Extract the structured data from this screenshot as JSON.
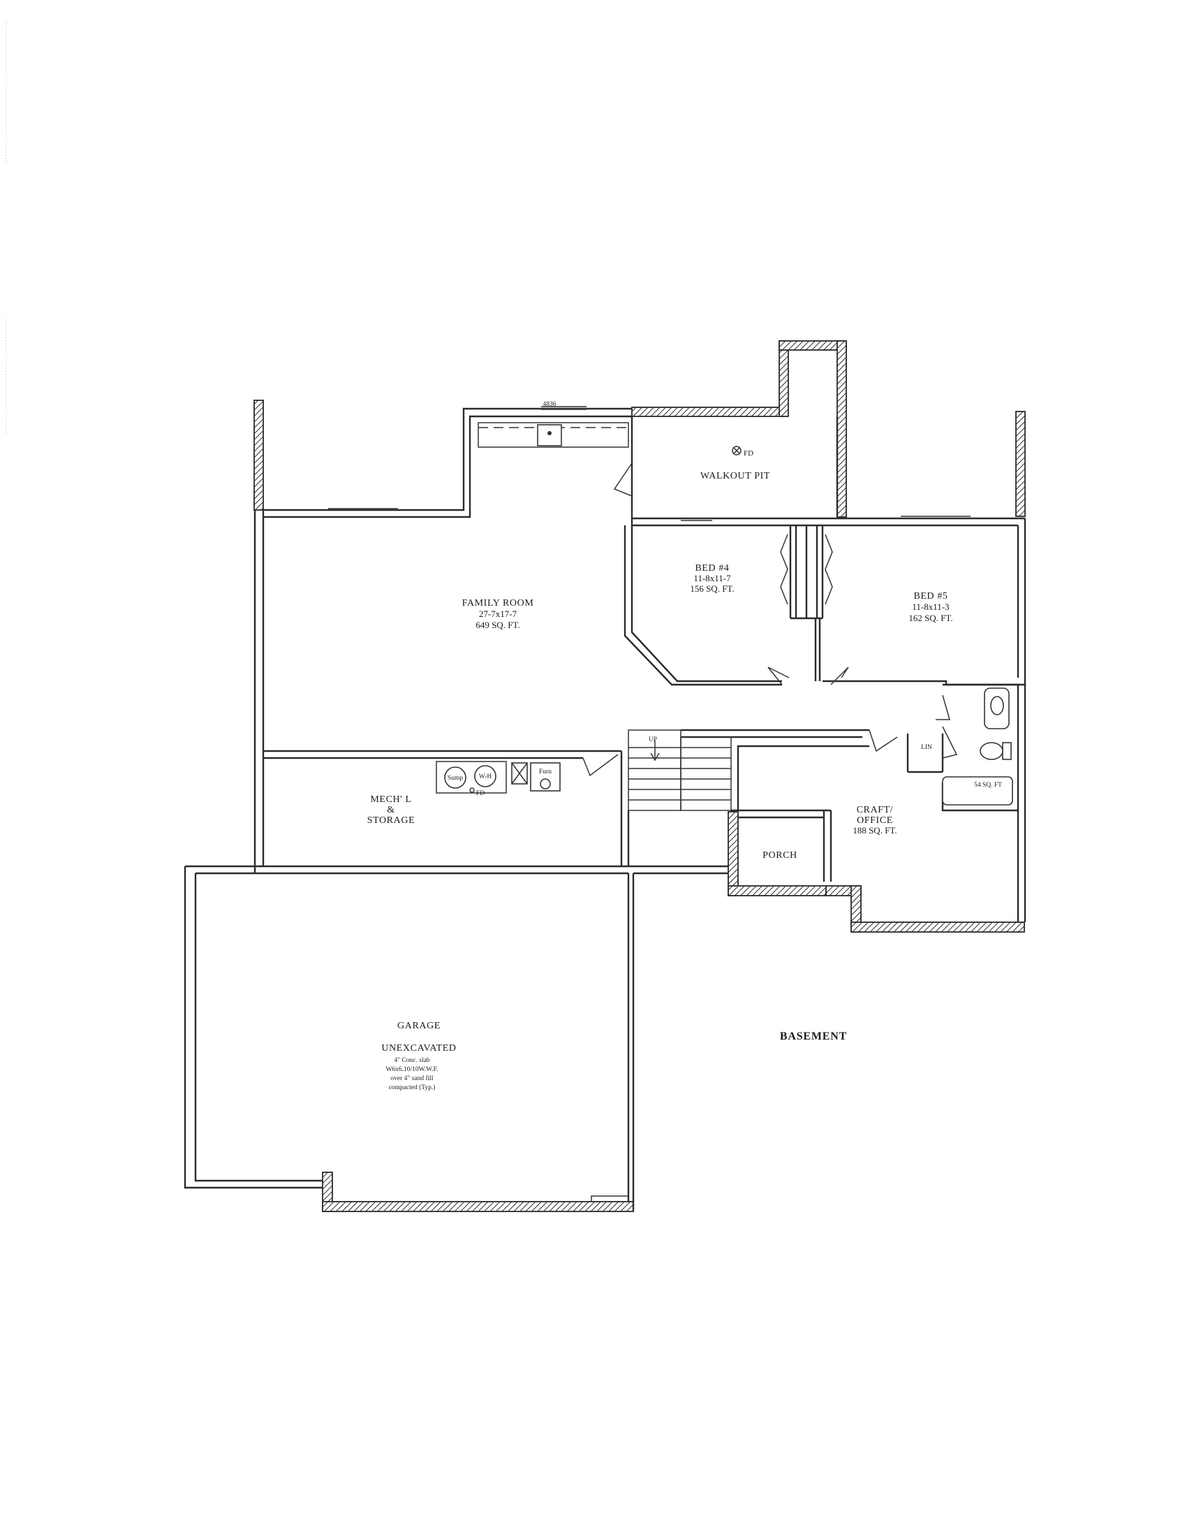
{
  "plan": {
    "level_label": "BASEMENT",
    "window_label": "4836",
    "rooms": {
      "family_room": {
        "name": "FAMILY ROOM",
        "dims": "27-7x17-7",
        "area": "649 SQ. FT."
      },
      "walkout_pit": {
        "name": "WALKOUT PIT",
        "drain": "FD"
      },
      "bed4": {
        "name": "BED #4",
        "dims": "11-8x11-7",
        "area": "156 SQ. FT."
      },
      "bed5": {
        "name": "BED #5",
        "dims": "11-8x11-3",
        "area": "162 SQ. FT."
      },
      "mech": {
        "line1": "MECH' L",
        "line2": "&",
        "line3": "STORAGE",
        "drain": "FD"
      },
      "craft": {
        "line1": "CRAFT/",
        "line2": "OFFICE",
        "area": "188 SQ. FT."
      },
      "porch": {
        "name": "PORCH"
      },
      "bath": {
        "area": "54 SQ. FT"
      },
      "linen": {
        "name": "LIN"
      },
      "garage": {
        "name": "GARAGE",
        "subtitle": "UNEXCAVATED",
        "notes": [
          "4\" Conc. slab",
          "W6x6.10/10W.W.F.",
          "over 4\" sand fill",
          "compacted (Typ.)"
        ]
      }
    },
    "equipment": {
      "sump": "Sump",
      "water_heater": "W-H",
      "furnace": "Furn"
    },
    "stair_label": "UP"
  }
}
